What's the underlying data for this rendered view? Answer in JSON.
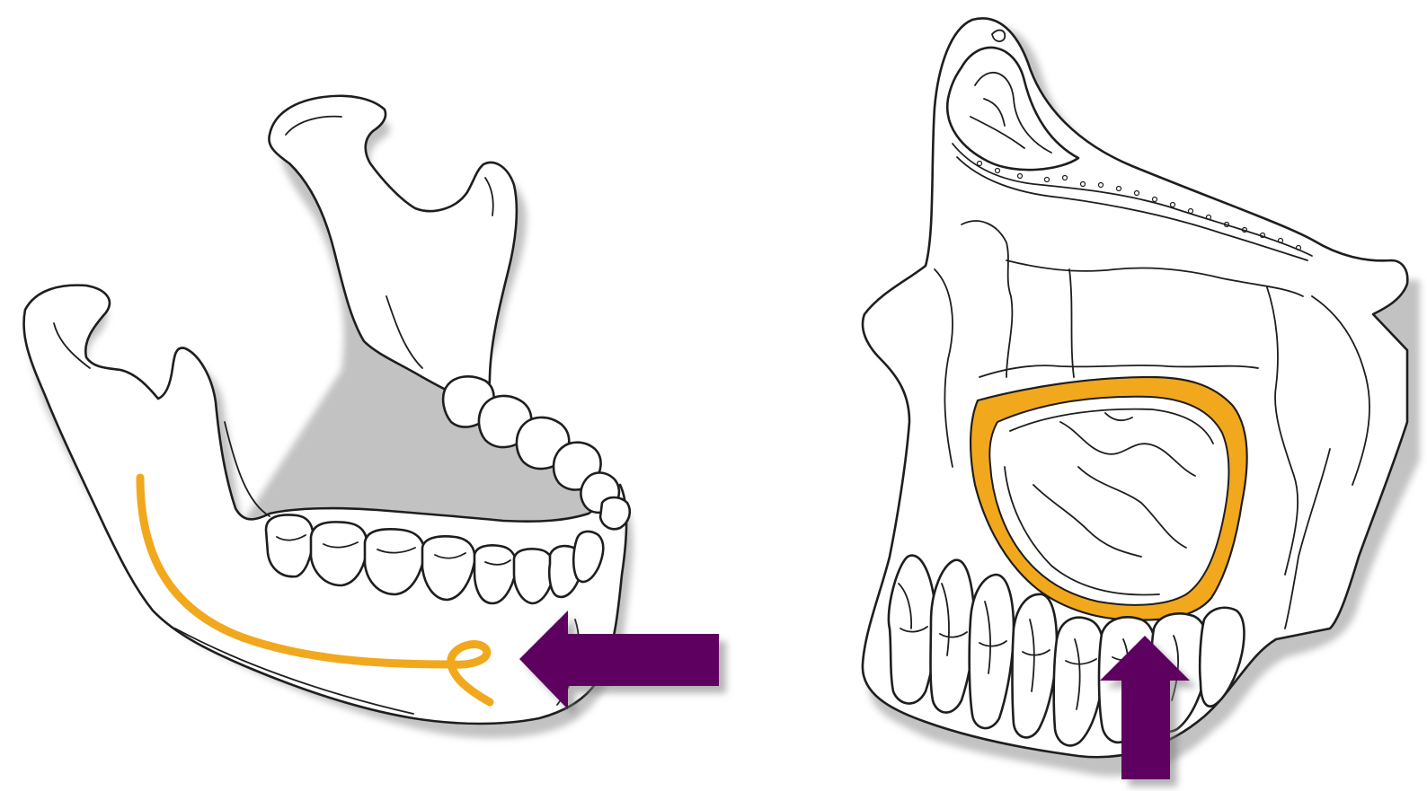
{
  "figure": {
    "panels": [
      {
        "id": "mandible",
        "highlight": "inferior-alveolar-canal",
        "arrow_direction": "left"
      },
      {
        "id": "maxilla",
        "highlight": "maxillary-sinus",
        "arrow_direction": "up"
      }
    ]
  },
  "colors": {
    "highlight": "#f2a81d",
    "arrow": "#5e0060",
    "outline": "#1e1e1e",
    "shadow": "#8f8f8f"
  }
}
